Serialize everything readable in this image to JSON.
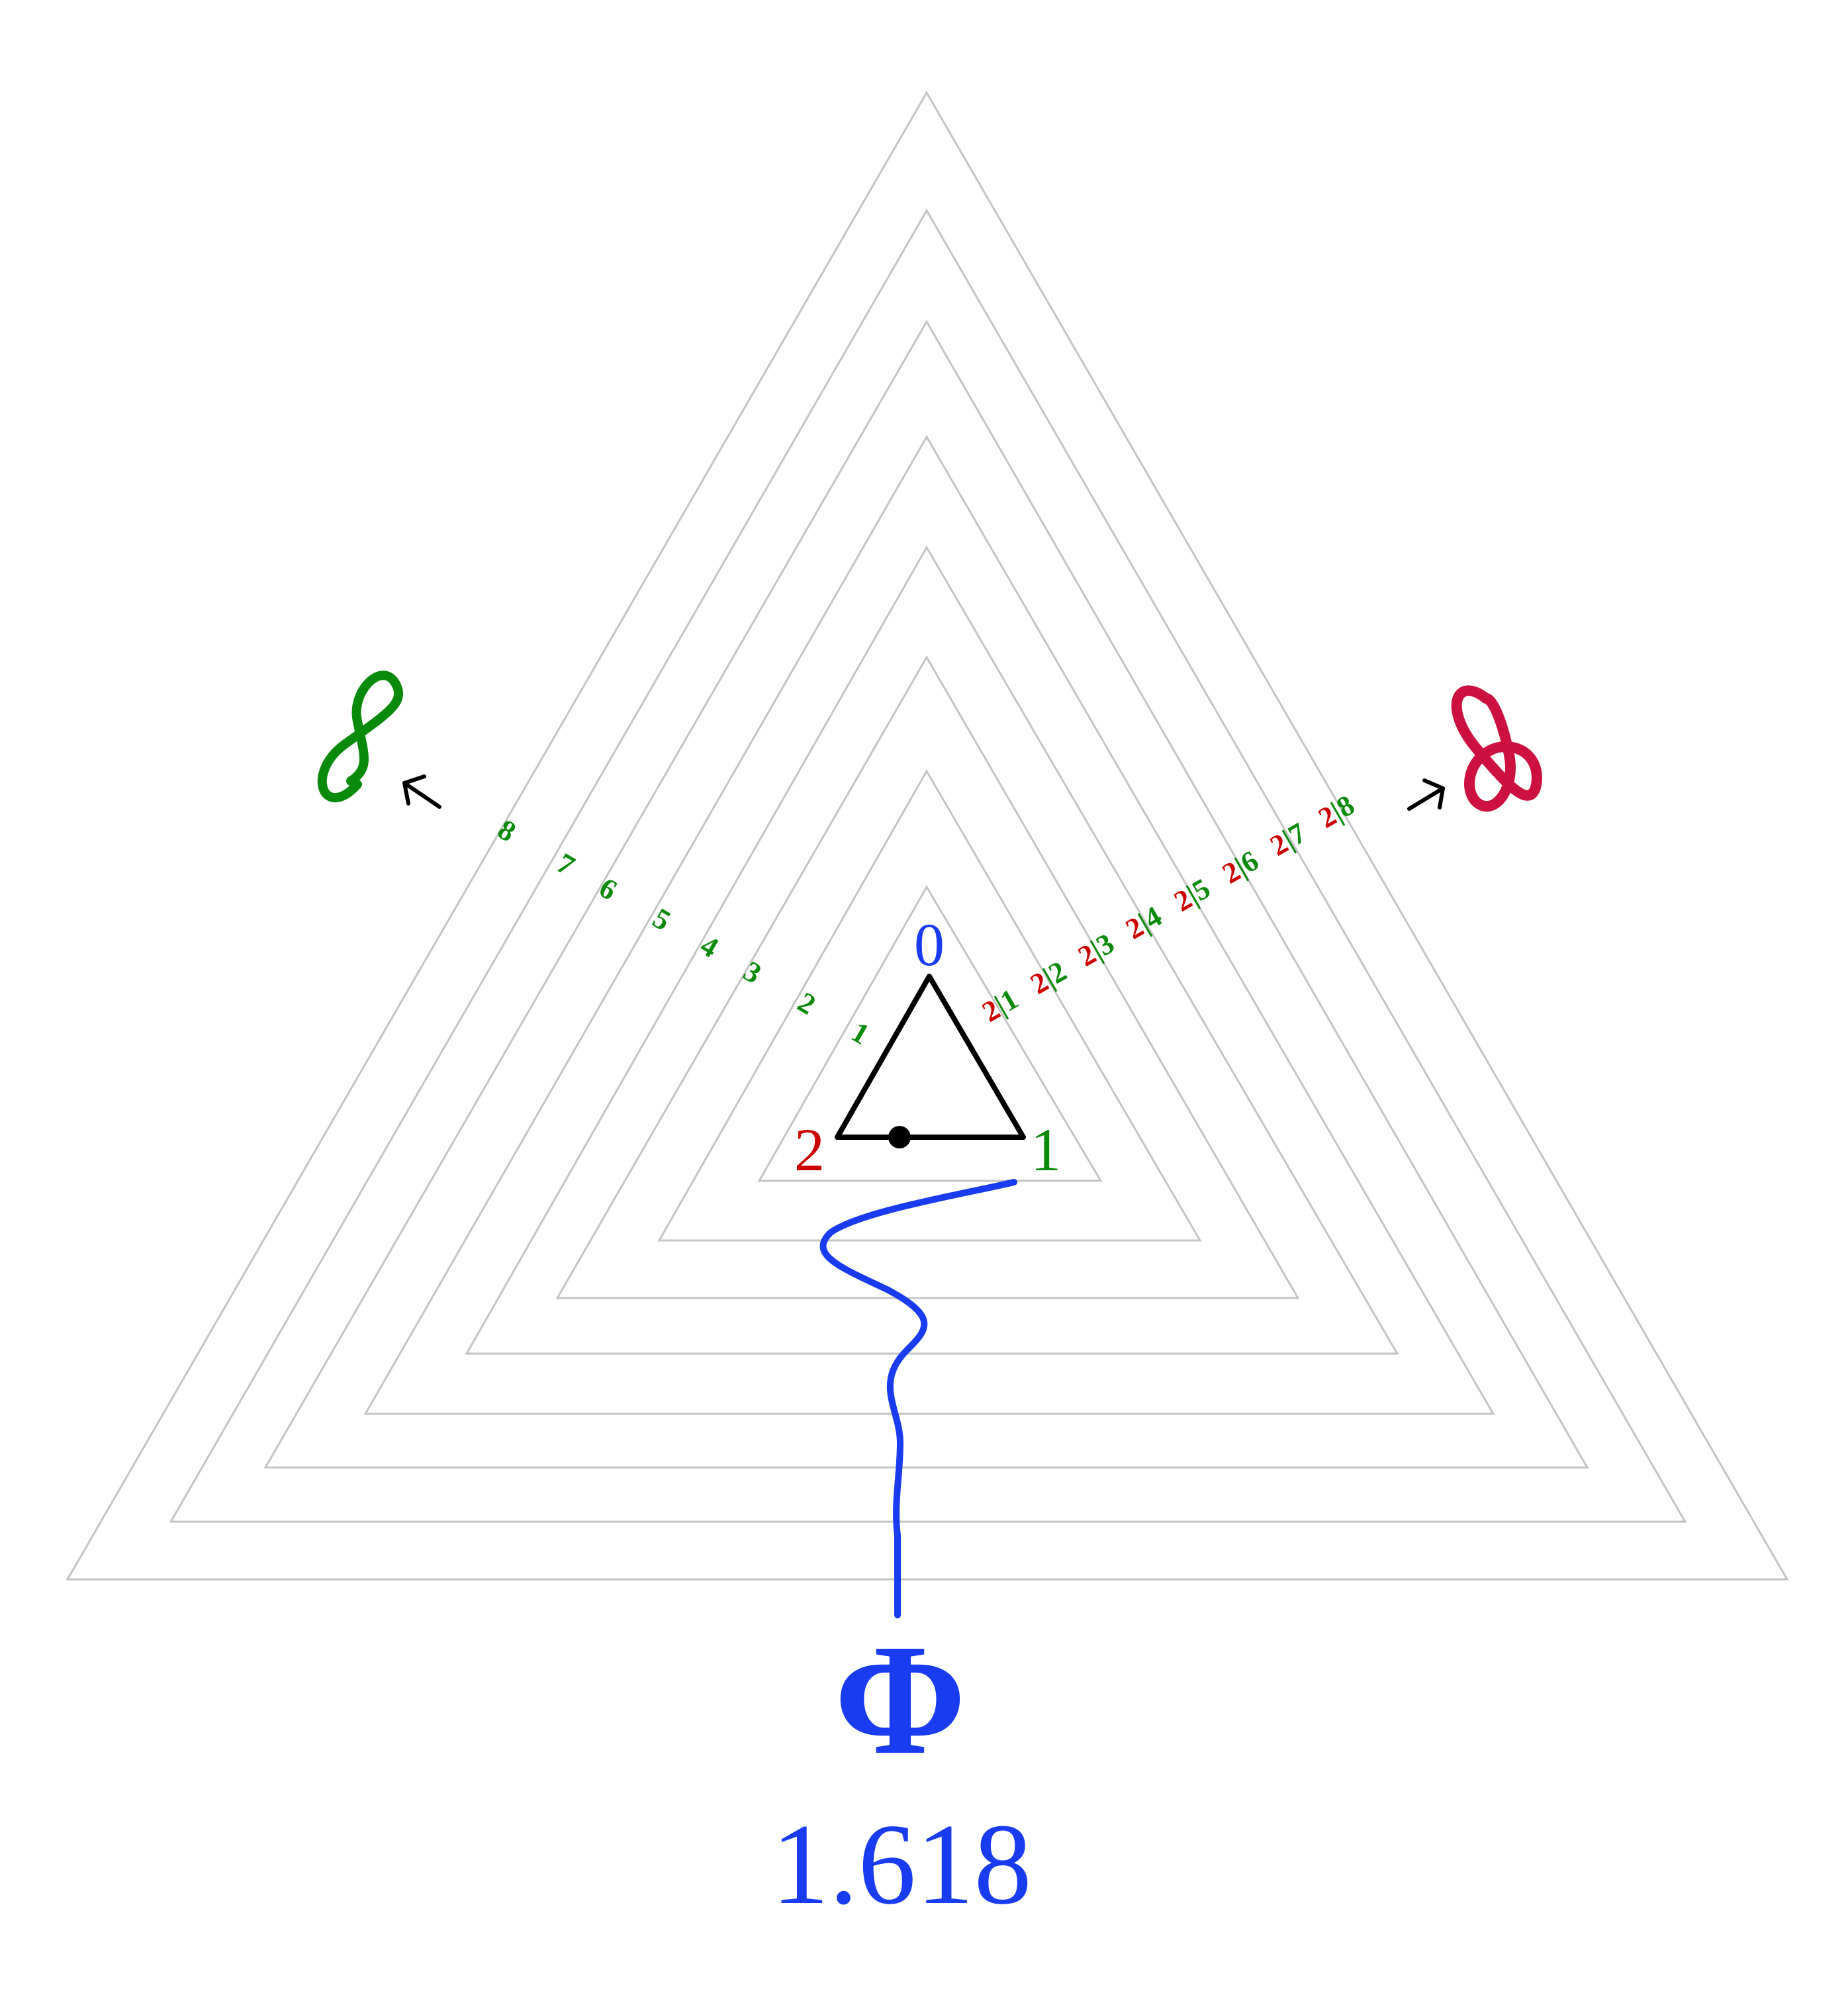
{
  "diagram": {
    "vertex_labels": {
      "top": "0",
      "right": "1",
      "left": "2"
    },
    "left_scale": [
      "1",
      "2",
      "3",
      "4",
      "5",
      "6",
      "7",
      "8"
    ],
    "right_scale": [
      {
        "num": "2",
        "den": "1"
      },
      {
        "num": "2",
        "den": "2"
      },
      {
        "num": "2",
        "den": "3"
      },
      {
        "num": "2",
        "den": "4"
      },
      {
        "num": "2",
        "den": "5"
      },
      {
        "num": "2",
        "den": "6"
      },
      {
        "num": "2",
        "den": "7"
      },
      {
        "num": "2",
        "den": "8"
      }
    ],
    "phi_symbol": "Φ",
    "phi_value": "1.618",
    "colors": {
      "blue": "#1a3cf0",
      "green": "#0a8a0a",
      "red": "#cc0000",
      "crimson": "#cc1040",
      "grey": "#c4c4c4",
      "black": "#000000"
    }
  }
}
